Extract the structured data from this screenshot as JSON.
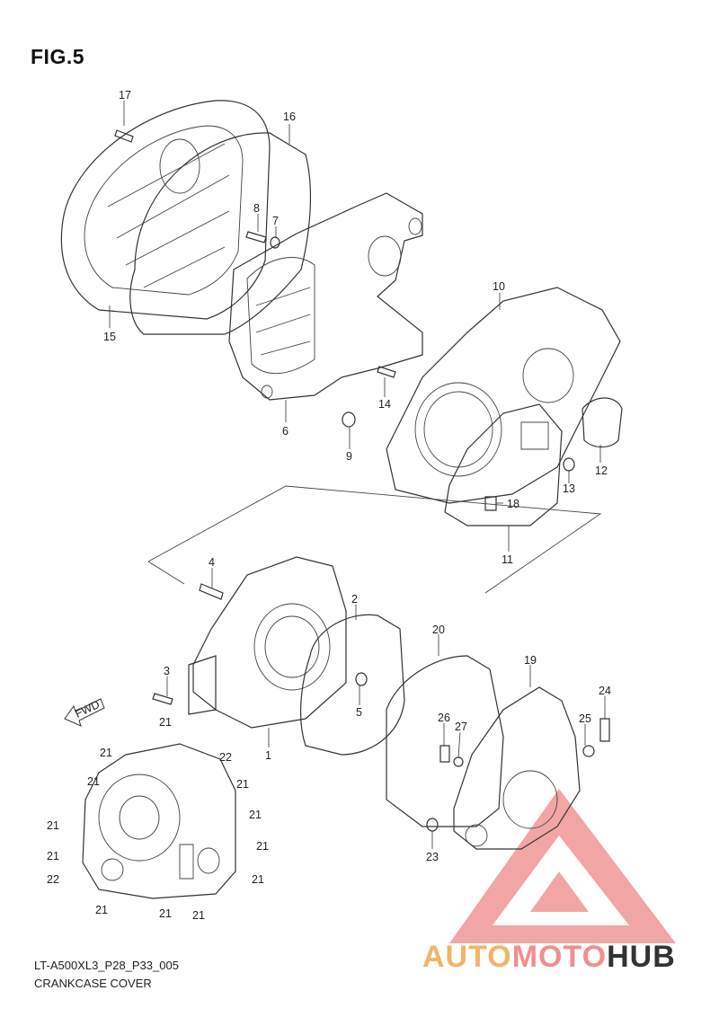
{
  "figure": {
    "title": "FIG.5",
    "code": "LT-A500XL3_P28_P33_005",
    "caption": "CRANKCASE COVER",
    "fwd_label": "FWD"
  },
  "callouts": [
    "1",
    "2",
    "3",
    "4",
    "5",
    "6",
    "7",
    "8",
    "9",
    "10",
    "11",
    "12",
    "13",
    "14",
    "15",
    "16",
    "17",
    "18",
    "19",
    "20",
    "21",
    "22",
    "23",
    "24",
    "25",
    "26",
    "27"
  ],
  "watermark": {
    "part1": "AUTO",
    "part2": "MOTO",
    "part3": "HUB",
    "colors": {
      "auto": "#f3b36a",
      "moto": "#ef8f8f",
      "hub": "#333333",
      "triangle": "#ef8f8f"
    }
  }
}
